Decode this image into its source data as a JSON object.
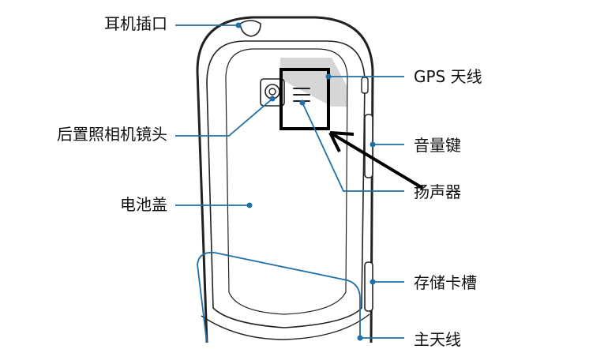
{
  "labels": {
    "headphone_jack": "耳机插口",
    "rear_camera": "后置照相机镜头",
    "battery_cover": "电池盖",
    "gps_antenna": "GPS 天线",
    "volume_key": "音量键",
    "speaker": "扬声器",
    "memory_card_slot": "存储卡槽",
    "main_antenna": "主天线"
  },
  "colors": {
    "callout": "#1f6fa8",
    "device_outline": "#222222",
    "annotation": "#000000",
    "gps_shading": "#d6d6d6"
  }
}
